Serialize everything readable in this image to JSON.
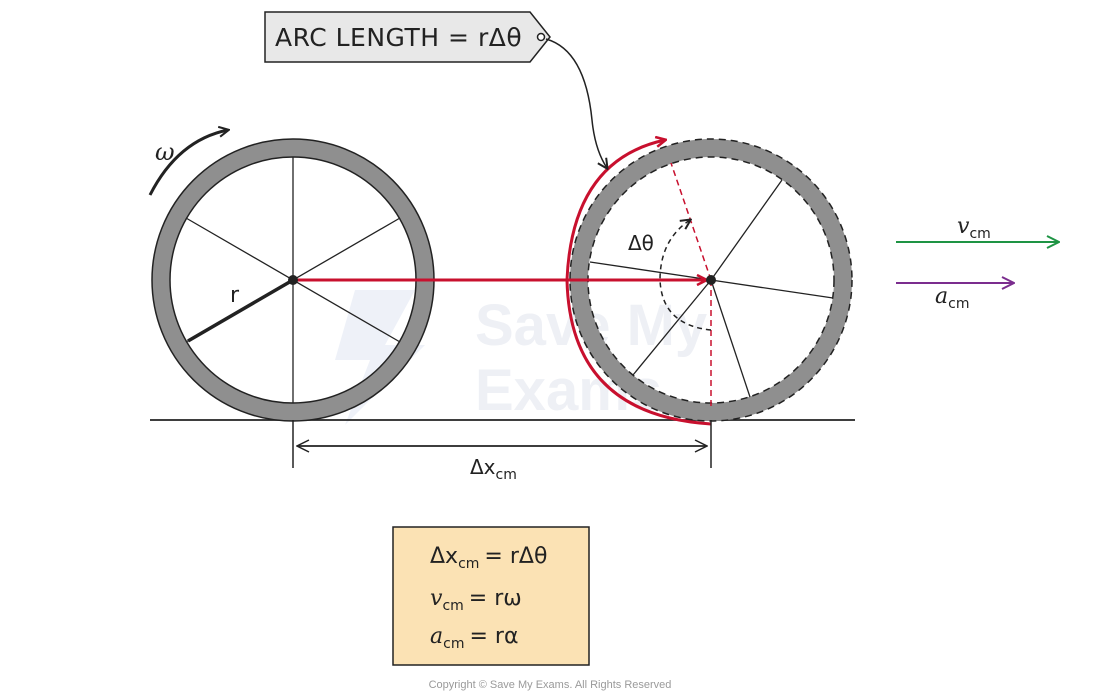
{
  "tag": {
    "label": "ARC   LENGTH = rΔθ"
  },
  "wheel_left": {
    "omega": "ω",
    "radius": "r"
  },
  "wheel_right": {
    "angle": "Δθ"
  },
  "displacement": {
    "main": "Δx",
    "sub": "cm"
  },
  "velocity": {
    "main": "v",
    "sub": "cm"
  },
  "acceleration": {
    "main": "a",
    "sub": "cm"
  },
  "equations": [
    {
      "main": "Δx",
      "sub": "cm",
      "rhs": "= rΔθ"
    },
    {
      "main": "v",
      "sub": "cm",
      "rhs": "= rω"
    },
    {
      "main": "a",
      "sub": "cm",
      "rhs": "= rα"
    }
  ],
  "watermark": {
    "line1": "Save My",
    "line2": "Exams"
  },
  "copyright": "Copyright © Save My Exams. All Rights Reserved",
  "colors": {
    "tyre": "#8f8f8f",
    "red": "#c8102e",
    "green": "#1e9444",
    "purple": "#7b2d8e",
    "eq_box_fill": "#fbe2b4",
    "tag_fill": "#e8e8e8"
  }
}
